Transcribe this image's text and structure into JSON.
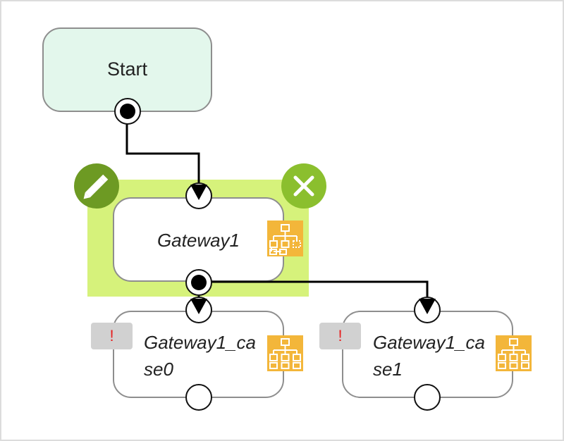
{
  "canvas": {
    "nodes": {
      "start": {
        "label": "Start"
      },
      "gateway1": {
        "label": "Gateway1",
        "icon": "org-chart-icon"
      },
      "case0": {
        "label": "Gateway1_case0",
        "icon": "org-chart-icon",
        "warning": "!"
      },
      "case1": {
        "label": "Gateway1_case1",
        "icon": "org-chart-icon",
        "warning": "!"
      }
    },
    "selection": {
      "edit_icon": "pencil-icon",
      "delete_icon": "close-icon"
    }
  },
  "colors": {
    "start_fill": "#e3f7ec",
    "selection_fill": "#d6f27b",
    "icon_orange": "#f3b63a",
    "edit_green": "#6d9a23",
    "close_green": "#8bbf2e",
    "warning_red": "#e62020"
  }
}
